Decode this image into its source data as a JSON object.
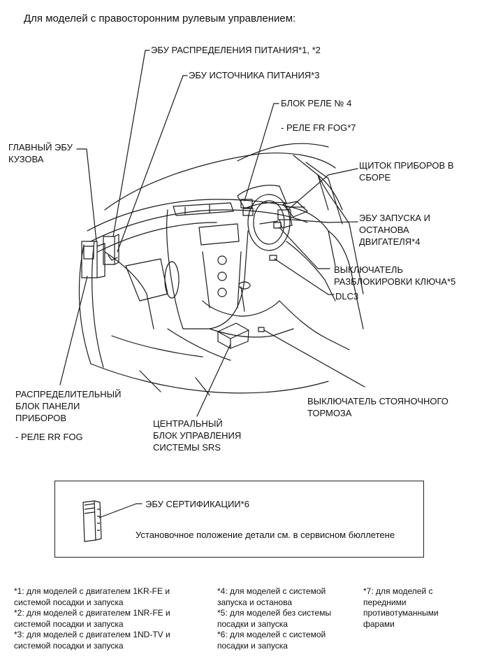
{
  "title": "Для моделей с правосторонним рулевым управлением:",
  "callouts": {
    "ecu_power_dist": "ЭБУ РАСПРЕДЕЛЕНИЯ ПИТАНИЯ*1, *2",
    "ecu_power_source": "ЭБУ ИСТОЧНИКА ПИТАНИЯ*3",
    "relay_block_4": "БЛОК РЕЛЕ № 4",
    "relay_fr_fog": "- РЕЛЕ FR FOG*7",
    "main_body_ecu": [
      "ГЛАВНЫЙ ЭБУ",
      "КУЗОВА"
    ],
    "combination_meter": [
      "ЩИТОК ПРИБОРОВ В",
      "СБОРЕ"
    ],
    "engine_start_stop_ecu": [
      "ЭБУ ЗАПУСКА И",
      "ОСТАНОВА",
      "ДВИГАТЕЛЯ*4"
    ],
    "key_unlock_switch": [
      "ВЫКЛЮЧАТЕЛЬ",
      "РАЗБЛОКИРОВКИ КЛЮЧА*5"
    ],
    "dlc3": "DLC3",
    "parking_brake_switch": [
      "ВЫКЛЮЧАТЕЛЬ СТОЯНОЧНОГО",
      "ТОРМОЗА"
    ],
    "instrument_panel_jb": [
      "РАСПРЕДЕЛИТЕЛЬНЫЙ",
      "БЛОК ПАНЕЛИ",
      "ПРИБОРОВ"
    ],
    "relay_rr_fog": "- РЕЛЕ RR FOG",
    "srs_center": [
      "ЦЕНТРАЛЬНЫЙ",
      "БЛОК УПРАВЛЕНИЯ",
      "СИСТЕМЫ SRS"
    ]
  },
  "certification_box": {
    "label": "ЭБУ СЕРТИФИКАЦИИ*6",
    "note": "Установочное положение детали см. в сервисном бюллетене"
  },
  "footnotes": {
    "col1": [
      "*1: для моделей с двигателем 1KR-FE и",
      "системой посадки и запуска",
      "*2: для моделей с двигателем 1NR-FE и",
      "системой посадки и запуска",
      "*3: для моделей с двигателем 1ND-TV и",
      "системой посадки и запуска"
    ],
    "col2": [
      "*4: для моделей с системой",
      "запуска и останова",
      "*5: для моделей без системы",
      "посадки и запуска",
      "*6: для моделей с системой",
      "посадки и запуска"
    ],
    "col3": [
      "*7: для моделей с",
      "передними",
      "противотуманными",
      "фарами"
    ]
  }
}
